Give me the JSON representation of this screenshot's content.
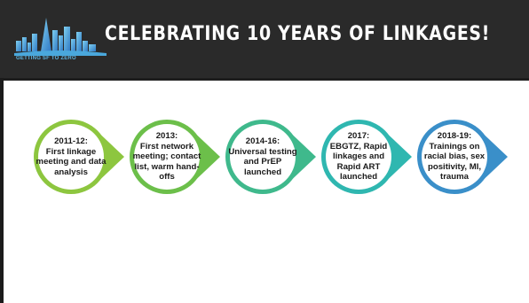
{
  "header": {
    "title": "CELEBRATING 10 YEARS OF LINKAGES!",
    "logo_caption": "GETTING SF TO ZERO"
  },
  "timeline": {
    "steps": [
      {
        "year": "2011-12:",
        "text": "First linkage meeting and data analysis",
        "color": "#8dc63f"
      },
      {
        "year": "2013:",
        "text": "First network meeting; contact list, warm hand-offs",
        "color": "#6cbf4a"
      },
      {
        "year": "2014-16:",
        "text": "Universal testing and PrEP launched",
        "color": "#3fb98c"
      },
      {
        "year": "2017:",
        "text": "EBGTZ, Rapid linkages and Rapid ART launched",
        "color": "#2fb7b0"
      },
      {
        "year": "2018-19:",
        "text": "Trainings on racial bias, sex positivity, MI, trauma",
        "color": "#3a8fc9"
      }
    ]
  },
  "colors": {
    "header_bg": "#2a2a2a",
    "title_text": "#ffffff"
  }
}
